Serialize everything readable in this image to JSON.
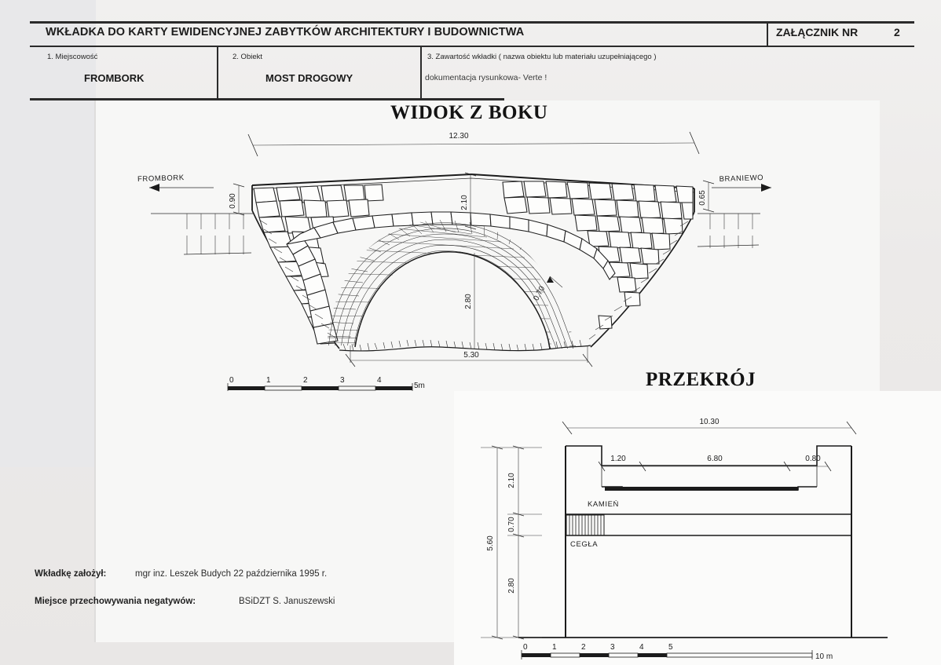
{
  "header": {
    "title": "WKŁADKA DO KARTY EWIDENCYJNEJ ZABYTKÓW ARCHITEKTURY I BUDOWNICTWA",
    "annex_label": "ZAŁĄCZNIK NR",
    "annex_number": "2",
    "fields": [
      {
        "caption": "1. Miejscowość",
        "value": "FROMBORK"
      },
      {
        "caption": "2. Obiekt",
        "value": "MOST DROGOWY"
      }
    ],
    "content_field": {
      "caption": "3. Zawartość wkładki ( nazwa obiektu lub materiału uzupełniającego )",
      "value": "dokumentacja  rysunkowa- Verte !"
    }
  },
  "drawings": {
    "side_view": {
      "title": "WIDOK Z BOKU",
      "direction_left": "FROMBORK",
      "direction_right": "BRANIEWO",
      "dimensions": {
        "total_span": "12.30",
        "left_parapet_height": "0.90",
        "right_parapet_height": "0.65",
        "deck_height_center": "2.10",
        "arch_rise": "2.80",
        "arch_thickness": "0.70",
        "arch_span": "5.30"
      },
      "scale_bar": {
        "ticks": [
          "0",
          "1",
          "2",
          "3",
          "4"
        ],
        "end_label": "5m"
      }
    },
    "cross_section": {
      "title": "PRZEKRÓJ",
      "materials": [
        {
          "label": "KAMIEŃ"
        },
        {
          "label": "CEGŁA"
        }
      ],
      "dimensions": {
        "total_width": "10.30",
        "left_kerb": "1.20",
        "carriageway": "6.80",
        "right_kerb": "0.80",
        "total_height": "5.60",
        "upper_height": "2.10",
        "brick_layer": "0.70",
        "lower_height": "2.80"
      },
      "scale_bar": {
        "ticks": [
          "0",
          "1",
          "2",
          "3",
          "4",
          "5"
        ],
        "end_label": "10 m"
      }
    }
  },
  "footer": {
    "created_by_label": "Wkładkę założył:",
    "created_by_value": "mgr inz. Leszek Budych 22 października 1995 r.",
    "negatives_label": "Miejsce przechowywania negatywów:",
    "negatives_value": "BSiDZT  S. Januszewski"
  }
}
